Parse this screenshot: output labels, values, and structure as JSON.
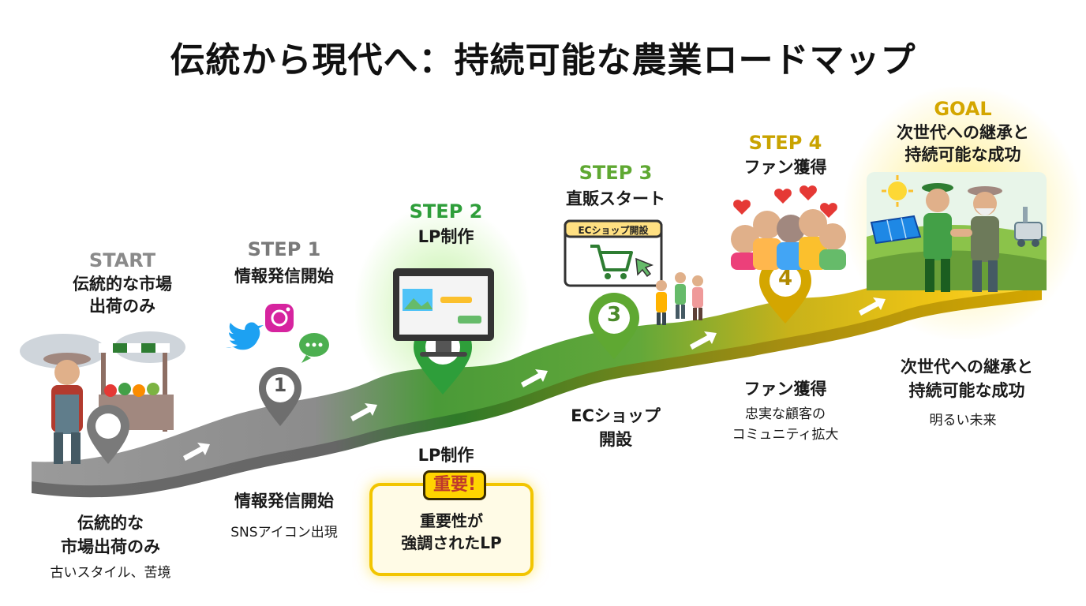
{
  "title": "伝統から現代へ：持続可能な農業ロードマップ",
  "stages": [
    {
      "key": "start",
      "label": "START",
      "heading": "伝統的な市場\n出荷のみ",
      "marker": "",
      "caption_main": "伝統的な\n市場出荷のみ",
      "caption_sub": "古いスタイル、苦境",
      "color": "#888888"
    },
    {
      "key": "step1",
      "label": "STEP 1",
      "heading": "情報発信開始",
      "marker": "1",
      "caption_main": "情報発信開始",
      "caption_sub": "SNSアイコン出現",
      "color": "#777777"
    },
    {
      "key": "step2",
      "label": "STEP 2",
      "heading": "LP制作",
      "marker": "",
      "caption_main": "LP制作",
      "caption_sub": "",
      "color": "#2e9e3a"
    },
    {
      "key": "step3",
      "label": "STEP 3",
      "heading": "直販スタート",
      "marker": "3",
      "caption_main": "ECショップ\n開設",
      "caption_sub": "",
      "color": "#5fa832"
    },
    {
      "key": "step4",
      "label": "STEP 4",
      "heading": "ファン獲得",
      "marker": "4",
      "caption_main": "ファン獲得",
      "caption_sub": "忠実な顧客の\nコミュニティ拡大",
      "color": "#c9a300"
    },
    {
      "key": "goal",
      "label": "GOAL",
      "heading": "次世代への継承と\n持続可能な成功",
      "marker": "",
      "caption_main": "次世代への継承と\n持続可能な成功",
      "caption_sub": "明るい未来",
      "color": "#d4a600"
    }
  ],
  "callout": {
    "badge": "重要!",
    "text": "重要性が\n強調されたLP"
  },
  "ec_sign": "ECショップ開設",
  "colors": {
    "road_gray": "#8a8a8a",
    "road_green": "#3e9a35",
    "road_gold": "#e2b800",
    "accent_gold": "#d4a600"
  },
  "icons": [
    "instagram-icon",
    "twitter-icon",
    "chat-icon",
    "computer-icon",
    "cart-icon",
    "heart-icon",
    "sun-icon",
    "solar-panel-icon"
  ]
}
